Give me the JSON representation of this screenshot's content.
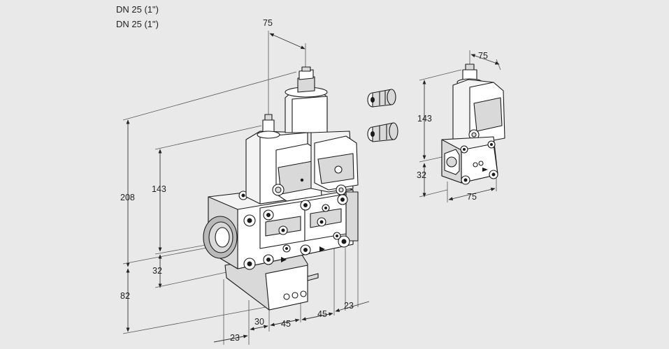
{
  "header": {
    "line1": "DN 25 (1\")",
    "line2": "DN 25 (1\")"
  },
  "main_view": {
    "dims": {
      "top_width": "75",
      "height_total": "208",
      "height_actuator": "143",
      "flange_height": "32",
      "bottom_height": "82",
      "offset_left": "23",
      "spacing_a": "30",
      "spacing_b": "45",
      "spacing_c": "45",
      "offset_right": "23"
    }
  },
  "side_view": {
    "dims": {
      "top_width": "75",
      "actuator_height": "143",
      "flange_height": "32",
      "bottom_width": "75"
    }
  }
}
